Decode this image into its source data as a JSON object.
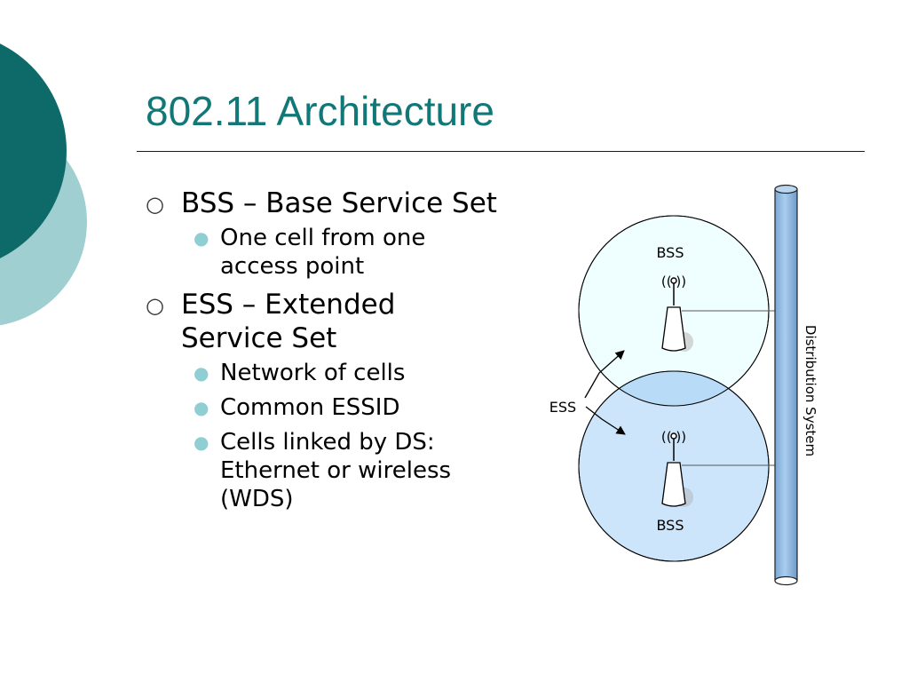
{
  "title": "802.11 Architecture",
  "bullets": [
    {
      "text": "BSS – Base Service Set",
      "sub": [
        "One cell from one access point"
      ]
    },
    {
      "text": "ESS – Extended Service Set",
      "sub": [
        "Network of cells",
        "Common ESSID",
        "Cells linked by DS: Ethernet or wireless (WDS)"
      ]
    }
  ],
  "diagram": {
    "bss_top_label": "BSS",
    "bss_bottom_label": "BSS",
    "ess_label": "ESS",
    "distribution_label": "Distribution System"
  },
  "colors": {
    "accent": "#127877",
    "circle_dark": "#0e6a69",
    "circle_light": "#9fcfd0",
    "bullet_light": "#8fcfd3",
    "bss_top_fill": "#effefe",
    "bss_bottom_fill": "#cde5fb",
    "overlap_fill": "#b8dcf7",
    "pipe_fill": "#93bde3"
  }
}
